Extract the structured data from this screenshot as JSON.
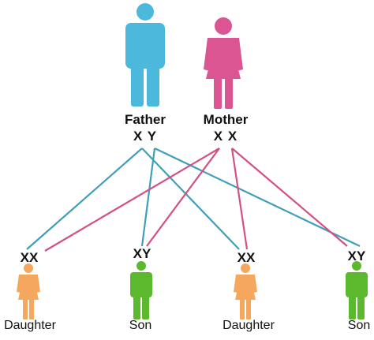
{
  "colors": {
    "father": "#4bb8dc",
    "mother": "#db5593",
    "daughter": "#f6a75e",
    "son": "#5cb82d",
    "father_line": "#3f9fb8",
    "mother_line": "#d44f86"
  },
  "parents": {
    "father": {
      "label": "Father",
      "genotype": "X Y",
      "icon": "male-figure-icon"
    },
    "mother": {
      "label": "Mother",
      "genotype": "X X",
      "icon": "female-figure-icon"
    }
  },
  "children": [
    {
      "label": "Daughter",
      "genotype": "XX",
      "icon": "female-figure-icon"
    },
    {
      "label": "Son",
      "genotype": "XY",
      "icon": "male-figure-icon"
    },
    {
      "label": "Daughter",
      "genotype": "XX",
      "icon": "female-figure-icon"
    },
    {
      "label": "Son",
      "genotype": "XY",
      "icon": "male-figure-icon"
    }
  ]
}
